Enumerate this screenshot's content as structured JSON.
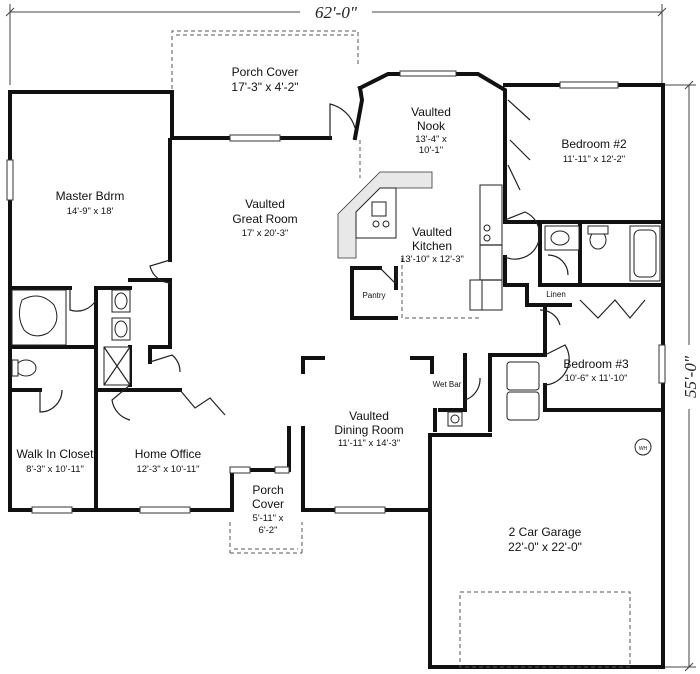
{
  "dimensions": {
    "width": "62'-0\"",
    "depth": "55'-0\""
  },
  "rooms": [
    {
      "id": "porch_top",
      "name": "Porch Cover",
      "size": "17'-3\" x 4'-2\""
    },
    {
      "id": "nook",
      "name": "Vaulted Nook",
      "size": "13'-4\" x 10'-1\""
    },
    {
      "id": "bedroom2",
      "name": "Bedroom #2",
      "size": "11'-11\" x 12'-2\""
    },
    {
      "id": "master",
      "name": "Master Bdrm",
      "size": "14'-9\" x 18'"
    },
    {
      "id": "great",
      "name": "Vaulted Great Room",
      "size": "17' x 20'-3\""
    },
    {
      "id": "kitchen",
      "name": "Vaulted Kitchen",
      "size": "13'-10\" x 12'-3\""
    },
    {
      "id": "bedroom3",
      "name": "Bedroom #3",
      "size": "10'-6\" x 11'-10\""
    },
    {
      "id": "dining",
      "name": "Vaulted Dining Room",
      "size": "11'-11\" x 14'-3\""
    },
    {
      "id": "closet",
      "name": "Walk In Closet",
      "size": "8'-3\" x 10'-11\""
    },
    {
      "id": "office",
      "name": "Home Office",
      "size": "12'-3\" x 10'-11\""
    },
    {
      "id": "porch_front",
      "name": "Porch Cover",
      "size": "5'-11\" x 6'-2\""
    },
    {
      "id": "garage",
      "name": "2 Car Garage",
      "size": "22'-0\" x 22'-0\""
    }
  ],
  "labels": {
    "pantry": "Pantry",
    "linen": "Linen",
    "wetbar": "Wet Bar",
    "wh": "WH"
  }
}
